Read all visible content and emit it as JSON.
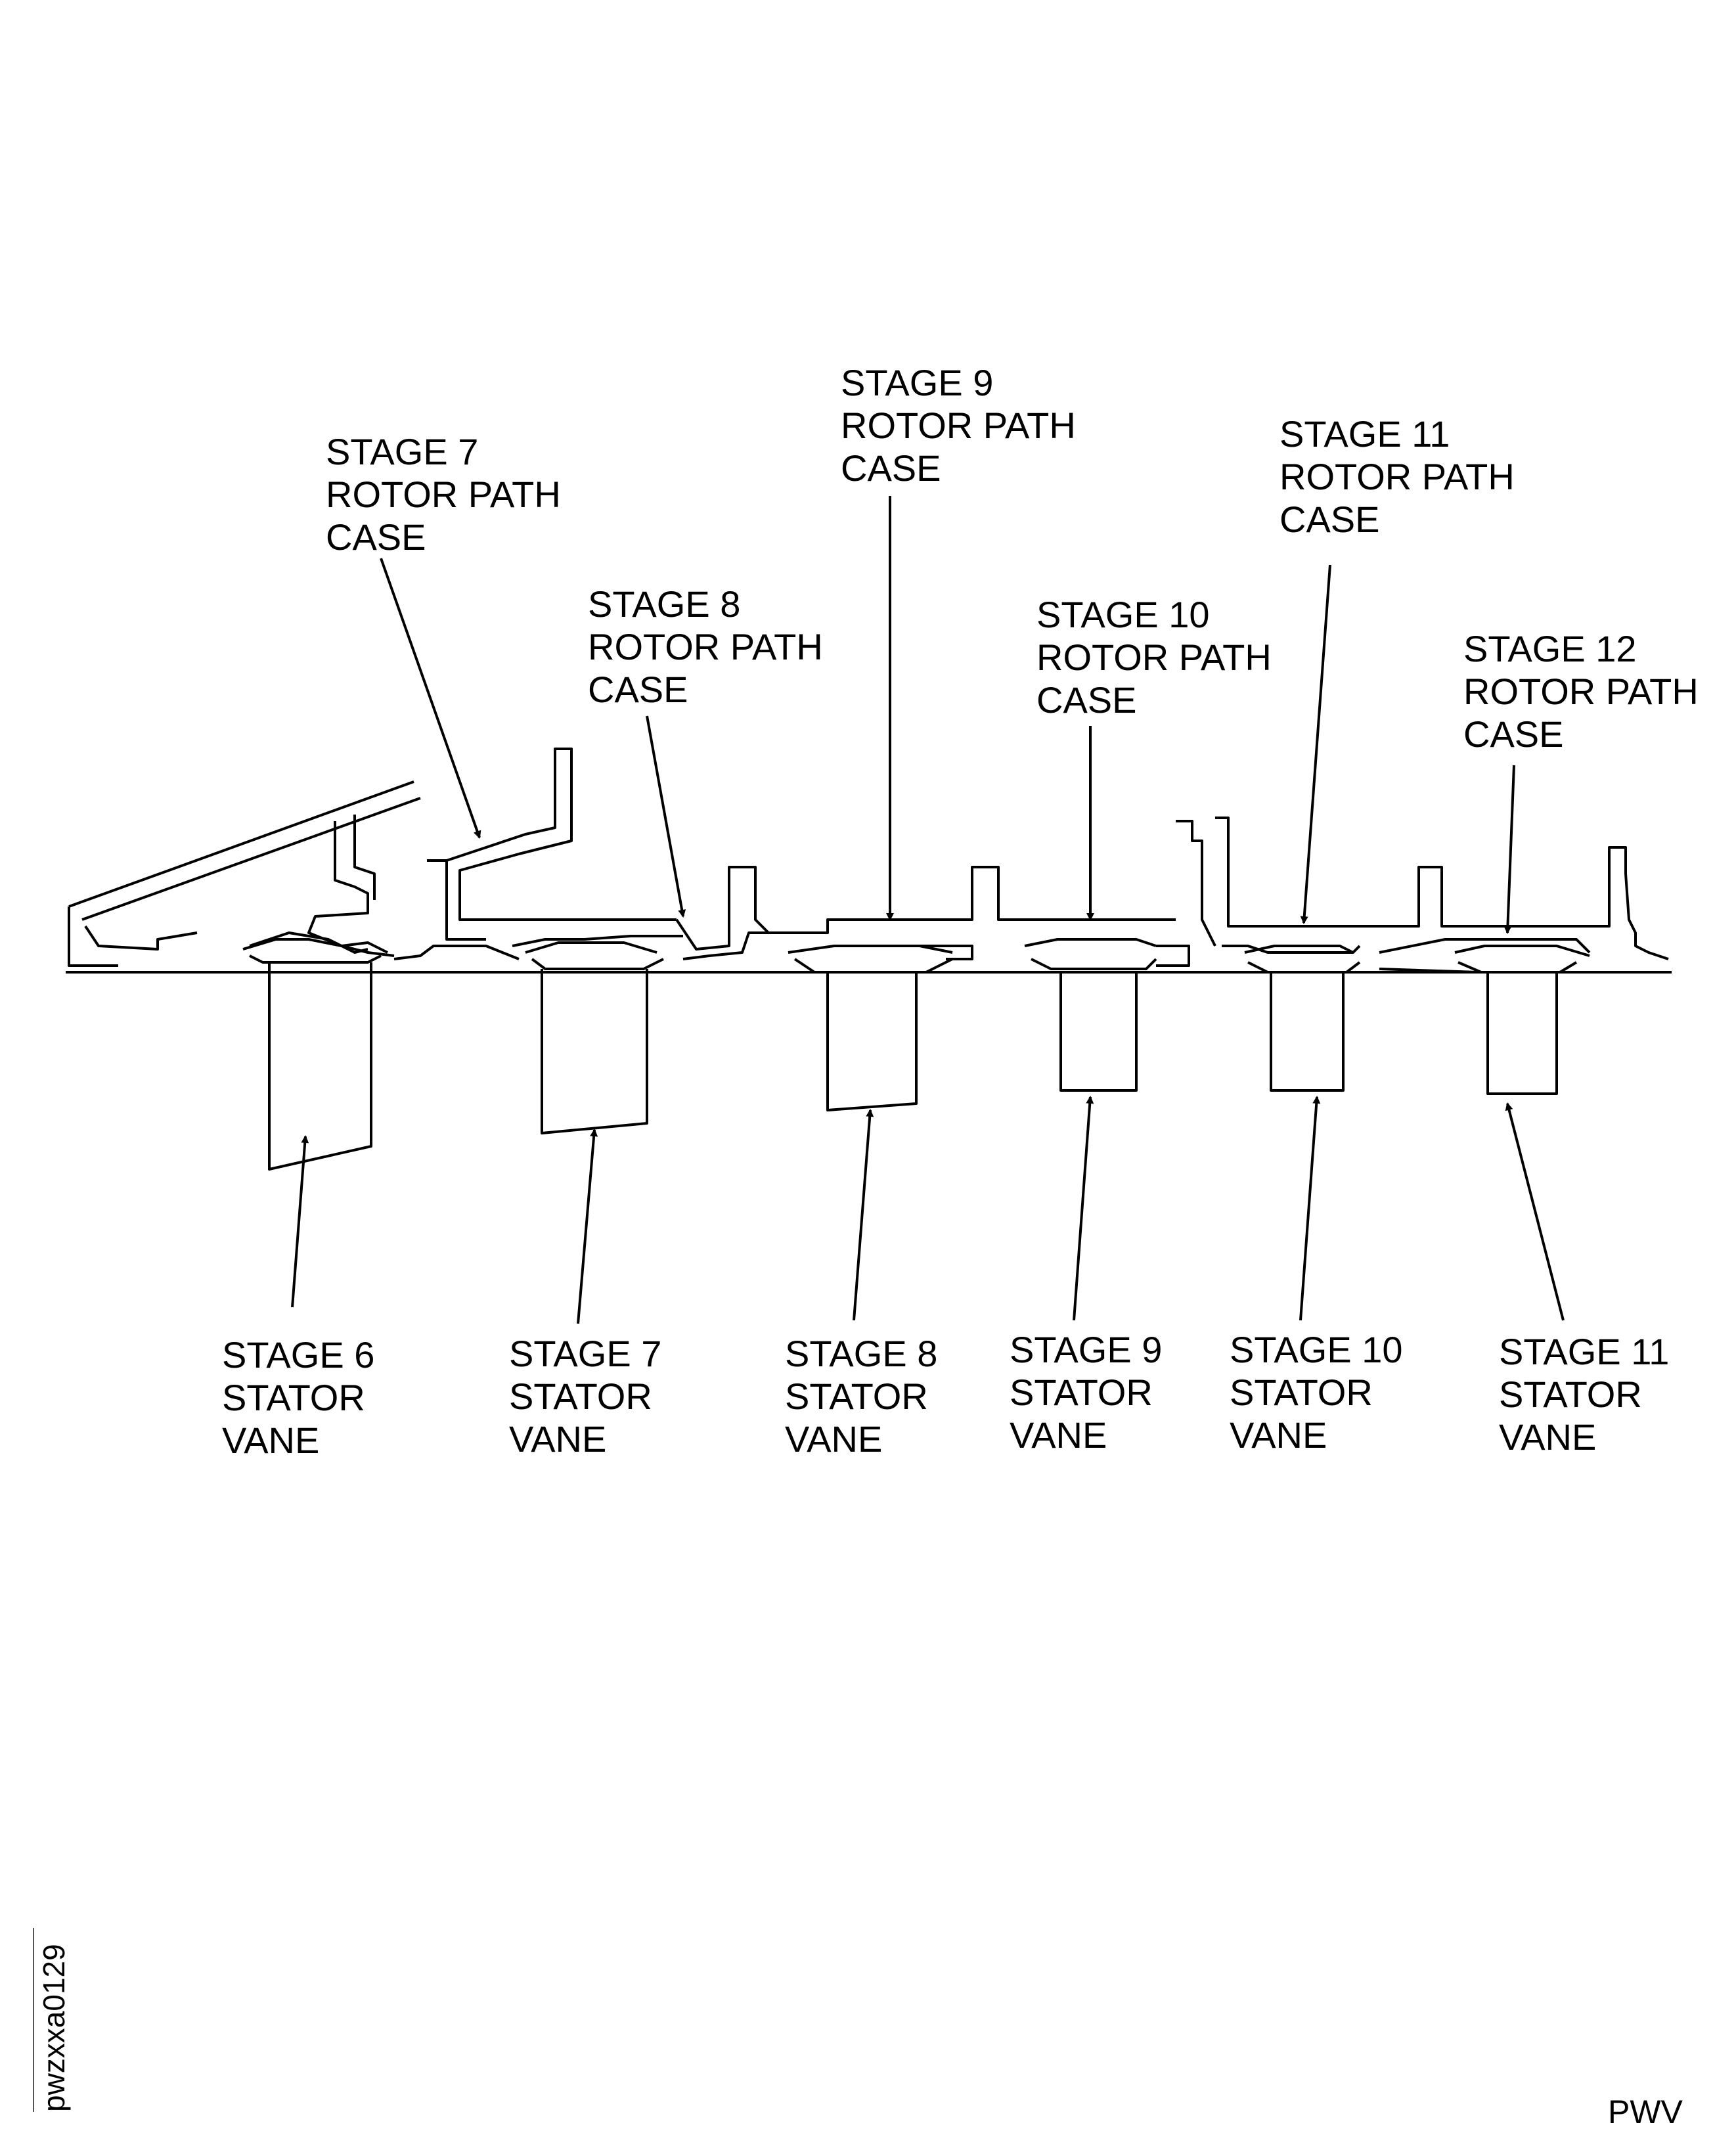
{
  "callouts": {
    "stage7_rotor": [
      "STAGE 7",
      "ROTOR PATH",
      "CASE"
    ],
    "stage8_rotor": [
      "STAGE 8",
      "ROTOR PATH",
      "CASE"
    ],
    "stage9_rotor": [
      "STAGE 9",
      "ROTOR PATH",
      "CASE"
    ],
    "stage10_rotor": [
      "STAGE 10",
      "ROTOR PATH",
      "CASE"
    ],
    "stage11_rotor": [
      "STAGE 11",
      "ROTOR PATH",
      "CASE"
    ],
    "stage12_rotor": [
      "STAGE 12",
      "ROTOR PATH",
      "CASE"
    ],
    "stage6_vane": [
      "STAGE 6",
      "STATOR",
      "VANE"
    ],
    "stage7_vane": [
      "STAGE 7",
      "STATOR",
      "VANE"
    ],
    "stage8_vane": [
      "STAGE 8",
      "STATOR",
      "VANE"
    ],
    "stage9_vane": [
      "STAGE 9",
      "STATOR",
      "VANE"
    ],
    "stage10_vane": [
      "STAGE 10",
      "STATOR",
      "VANE"
    ],
    "stage11_vane": [
      "STAGE 11",
      "STATOR",
      "VANE"
    ]
  },
  "figure_code": "pwzxxa0129",
  "footer_mark": "PWV"
}
